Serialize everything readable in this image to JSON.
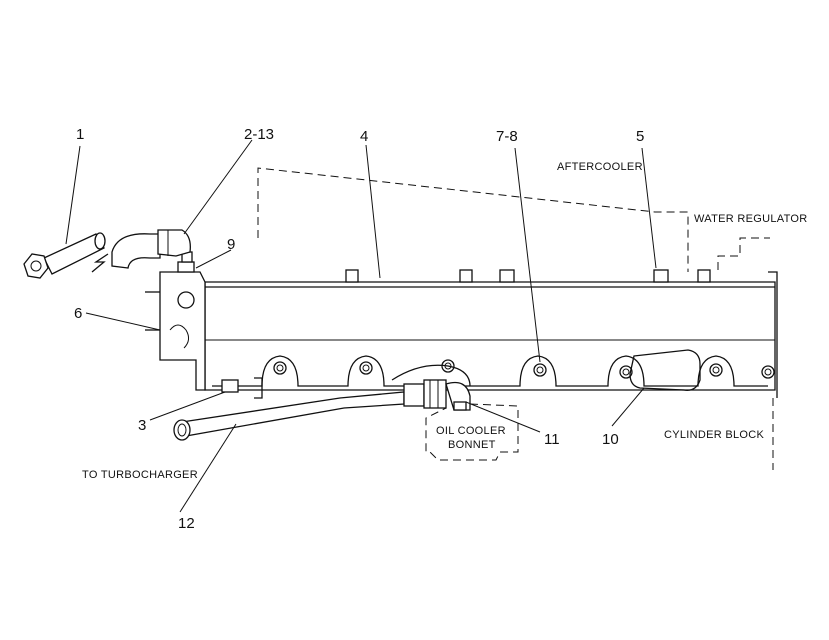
{
  "callouts": {
    "c1": "1",
    "c2_13": "2-13",
    "c3": "3",
    "c4": "4",
    "c5": "5",
    "c6": "6",
    "c7_8": "7-8",
    "c9": "9",
    "c10": "10",
    "c11": "11",
    "c12": "12"
  },
  "labels": {
    "aftercooler": "AFTERCOOLER",
    "water_regulator": "WATER REGULATOR",
    "oil_cooler_line1": "OIL COOLER",
    "oil_cooler_line2": "BONNET",
    "cylinder_block": "CYLINDER BLOCK",
    "to_turbocharger": "TO TURBOCHARGER"
  }
}
